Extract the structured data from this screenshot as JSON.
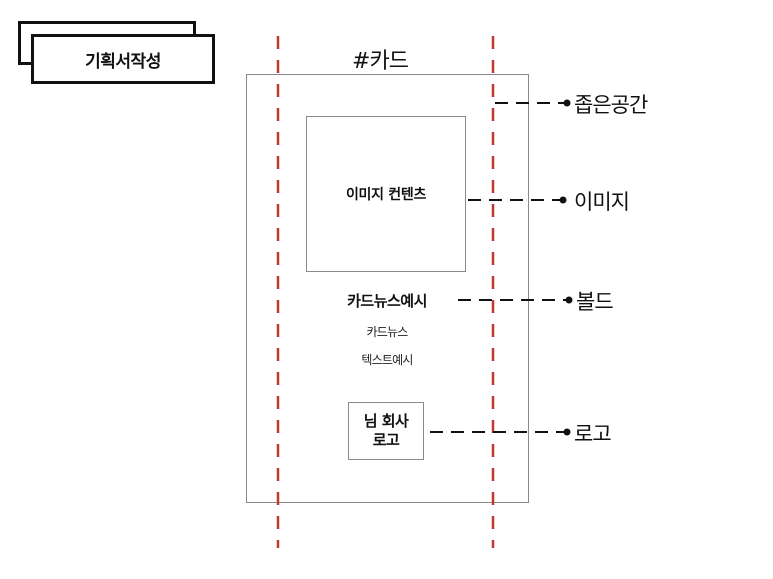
{
  "tag": {
    "label": "기획서작성"
  },
  "card": {
    "title": "#카드",
    "image_label": "이미지 컨텐츠",
    "bold_text": "카드뉴스예시",
    "body_lines": [
      "카드뉴스",
      "텍스트예시"
    ],
    "logo_lines": [
      "님 회사",
      "로고"
    ]
  },
  "callouts": {
    "narrow_space": "좁은공간",
    "image": "이미지",
    "bold": "볼드",
    "logo": "로고"
  },
  "colors": {
    "guide_line": "#c0392b",
    "border": "#8a8a8a",
    "ink": "#111111"
  }
}
